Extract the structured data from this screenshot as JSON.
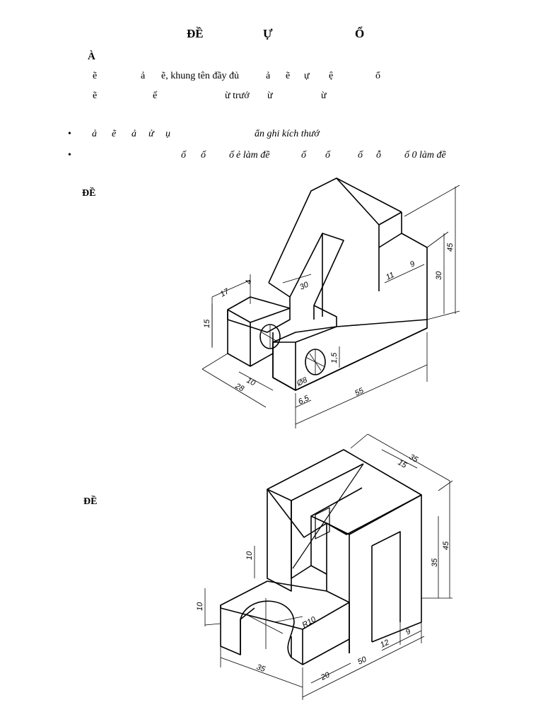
{
  "title": {
    "part1": "ĐỀ",
    "part2": "Ự",
    "part3": "Ổ"
  },
  "section": {
    "heading": "À"
  },
  "requirements": {
    "line1": {
      "f1": "ẽ",
      "f2": "ả",
      "f3": "ẽ, khung tên đầy đủ",
      "f4": "ả",
      "f5": "ẽ",
      "f6": "ự",
      "f7": "ệ",
      "f8": "ổ"
    },
    "line2": {
      "f1": "ẽ",
      "f2": "ế",
      "f3": "ừ trướ",
      "f4": "ừ",
      "f5": "ừ"
    }
  },
  "notes": [
    {
      "bullet": "•",
      "frags": [
        "ả",
        "ẽ",
        "ả",
        "ử",
        "ụ",
        "ẩn ghi kích thướ"
      ]
    },
    {
      "bullet": "•",
      "frags": [
        "ố",
        "ố",
        "ố",
        "ẻ làm đề",
        "ố",
        "ố",
        "ố",
        "ỗ",
        "ố 0 làm đề"
      ]
    }
  ],
  "exercise1": {
    "label": "ĐỀ",
    "dims": {
      "d17": "17",
      "d4": "4",
      "d30": "30",
      "d15a": "15",
      "d10": "10",
      "d28": "28",
      "phi8": "Ø8",
      "d6_5": "6,5",
      "d1_5": "1,5",
      "d55": "55",
      "d11": "11",
      "d9": "9",
      "d30b": "30",
      "d45": "45"
    }
  },
  "exercise2": {
    "label": "ĐỀ",
    "dims": {
      "d35a": "35",
      "d15": "15",
      "d45": "45",
      "d35b": "35",
      "d10a": "10",
      "d10b": "10",
      "r10": "R10",
      "d35c": "35",
      "d20": "20",
      "d50": "50",
      "d12": "12",
      "d9": "9"
    }
  }
}
